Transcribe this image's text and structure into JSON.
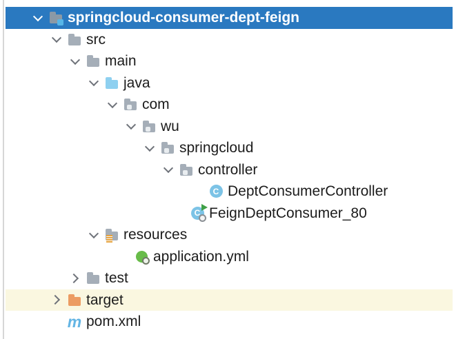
{
  "panel": {
    "name": "IDE project tree",
    "colors": {
      "selection_bg": "#2a79c0",
      "selection_text": "#ffffff",
      "highlight_row_bg": "#faf7e0",
      "text": "#1c1c1c",
      "folder_gray": "#a5aeb8",
      "folder_blue": "#8ed0f0",
      "folder_orange": "#ec9c62",
      "class_icon_blue": "#7cc3e6",
      "run_arrow_green": "#3fa046",
      "spring_green": "#68bc49",
      "maven_blue": "#64b5e4",
      "resources_badge_yellow": "#e8a33d",
      "panel_edge": "#d6d6d6"
    }
  },
  "tree": {
    "items": [
      {
        "label": "springcloud-consumer-dept-feign",
        "depth": 0,
        "state": "expanded",
        "icon": "project-folder",
        "selected": true
      },
      {
        "label": "src",
        "depth": 1,
        "state": "expanded",
        "icon": "folder"
      },
      {
        "label": "main",
        "depth": 2,
        "state": "expanded",
        "icon": "folder"
      },
      {
        "label": "java",
        "depth": 3,
        "state": "expanded",
        "icon": "source-folder"
      },
      {
        "label": "com",
        "depth": 4,
        "state": "expanded",
        "icon": "package-folder"
      },
      {
        "label": "wu",
        "depth": 5,
        "state": "expanded",
        "icon": "package-folder"
      },
      {
        "label": "springcloud",
        "depth": 6,
        "state": "expanded",
        "icon": "package-folder"
      },
      {
        "label": "controller",
        "depth": 7,
        "state": "expanded",
        "icon": "package-folder"
      },
      {
        "label": "DeptConsumerController",
        "depth": 8,
        "state": "leaf",
        "icon": "java-class"
      },
      {
        "label": "FeignDeptConsumer_80",
        "depth": 7,
        "state": "leaf",
        "icon": "runnable-java-class"
      },
      {
        "label": "resources",
        "depth": 3,
        "state": "expanded",
        "icon": "resources-folder"
      },
      {
        "label": "application.yml",
        "depth": 4,
        "state": "leaf",
        "icon": "spring-boot-config"
      },
      {
        "label": "test",
        "depth": 2,
        "state": "collapsed",
        "icon": "folder"
      },
      {
        "label": "target",
        "depth": 1,
        "state": "collapsed",
        "icon": "excluded-folder",
        "highlighted": true
      },
      {
        "label": "pom.xml",
        "depth": 1,
        "state": "leaf",
        "icon": "maven-file"
      }
    ]
  }
}
